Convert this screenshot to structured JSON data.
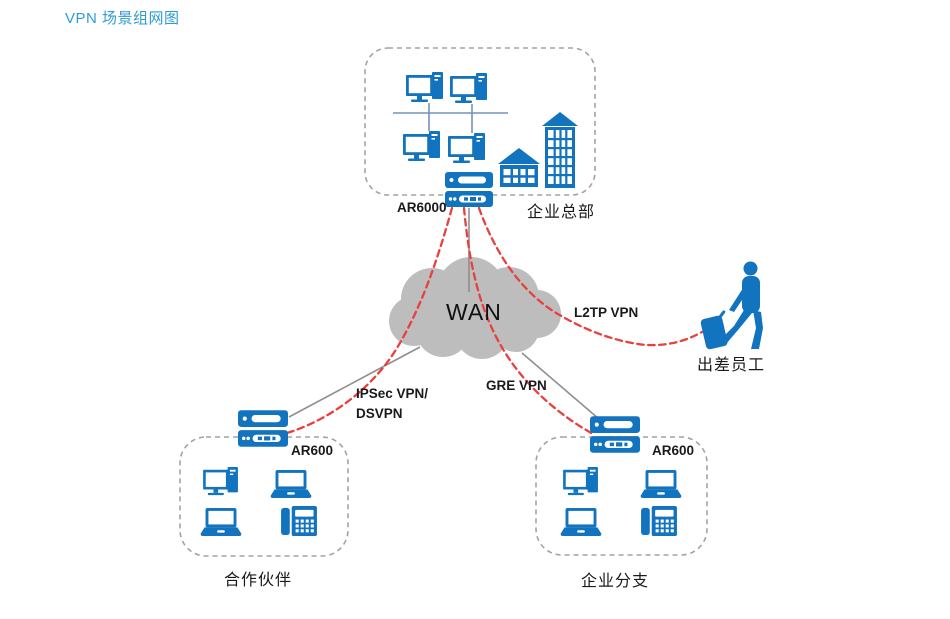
{
  "title": "VPN 场景组网图",
  "colors": {
    "accent_blue": "#1273BE",
    "title_blue": "#2E9BD6",
    "cloud_gray": "#BDBDBD",
    "link_red": "#E8403E",
    "line_gray": "#8F8F8F",
    "lan_blue": "#7591BE",
    "dash_gray": "#A3A3A3",
    "text_black": "#1A1A1A"
  },
  "nodes": {
    "headquarters": {
      "name": "企业总部",
      "router": "AR6000"
    },
    "wan": {
      "name": "WAN"
    },
    "partner": {
      "name": "合作伙伴",
      "router": "AR600"
    },
    "branch": {
      "name": "企业分支",
      "router": "AR600"
    },
    "employee": {
      "name": "出差员工"
    }
  },
  "vpn_links": {
    "l2tp": "L2TP VPN",
    "ipsec_line1": "IPSec VPN/",
    "ipsec_line2": "DSVPN",
    "gre": "GRE VPN"
  }
}
